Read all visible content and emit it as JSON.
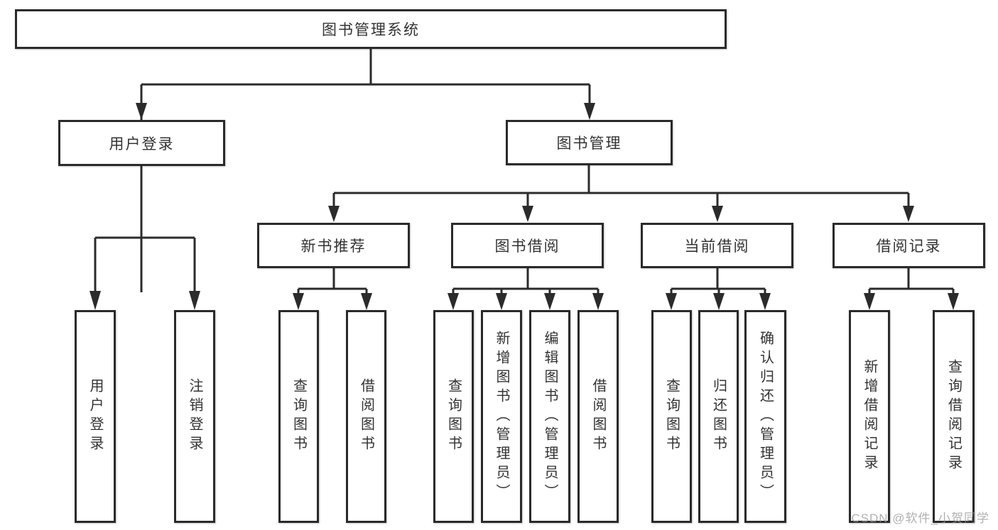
{
  "colors": {
    "line": "#2b2b2b",
    "box_border": "#2a2a2a",
    "box_fill": "#ffffff",
    "text": "#333333",
    "watermark": "#969696"
  },
  "watermark": "CSDN @软件_小贺同学",
  "tree": {
    "root": {
      "label": "图书管理系统"
    },
    "branches": [
      {
        "label": "用户登录",
        "children": [
          {
            "label": "用户登录"
          },
          {
            "label": "注销登录"
          }
        ]
      },
      {
        "label": "图书管理",
        "groups": [
          {
            "label": "新书推荐",
            "children": [
              {
                "label": "查询图书"
              },
              {
                "label": "借阅图书"
              }
            ]
          },
          {
            "label": "图书借阅",
            "children": [
              {
                "label": "查询图书"
              },
              {
                "label": "新增图书（管理员）"
              },
              {
                "label": "编辑图书（管理员）"
              },
              {
                "label": "借阅图书"
              }
            ]
          },
          {
            "label": "当前借阅",
            "children": [
              {
                "label": "查询图书"
              },
              {
                "label": "归还图书"
              },
              {
                "label": "确认归还（管理员）"
              }
            ]
          },
          {
            "label": "借阅记录",
            "children": [
              {
                "label": "新增借阅记录"
              },
              {
                "label": "查询借阅记录"
              }
            ]
          }
        ]
      }
    ]
  }
}
